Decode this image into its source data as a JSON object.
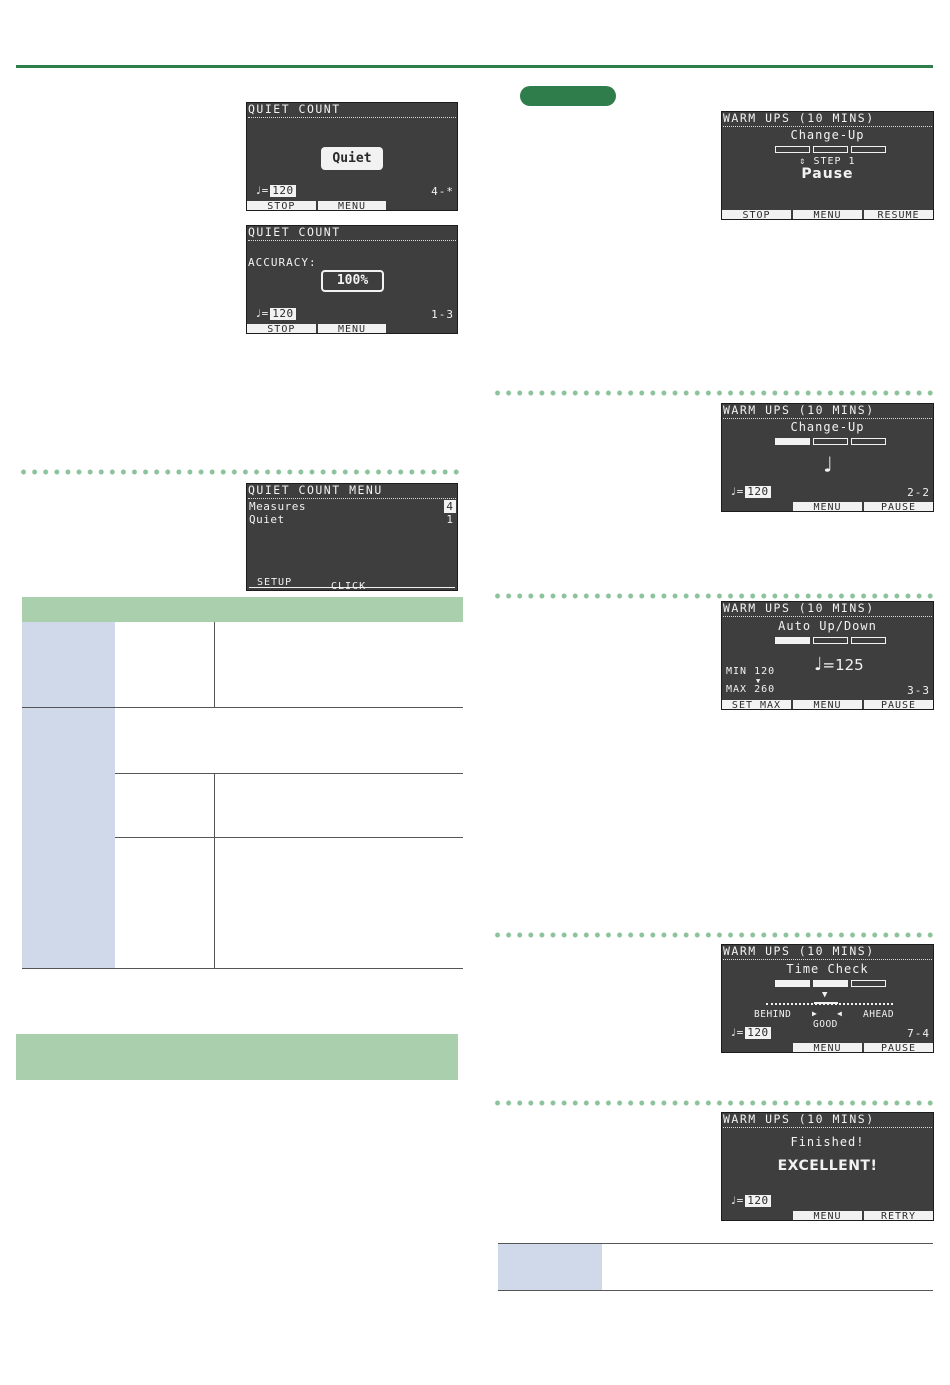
{
  "screens": {
    "quiet_count_play": {
      "title": "QUIET COUNT",
      "badge": "Quiet",
      "tempo_value": "120",
      "position": "4-*",
      "buttons": [
        "STOP",
        "MENU"
      ]
    },
    "quiet_count_result": {
      "title": "QUIET COUNT",
      "label": "ACCURACY:",
      "badge": "100%",
      "tempo_value": "120",
      "position": "1-3",
      "buttons": [
        "STOP",
        "MENU"
      ]
    },
    "quiet_count_menu": {
      "title": "QUIET COUNT MENU",
      "rows": [
        {
          "label": "Measures",
          "value": "4"
        },
        {
          "label": "Quiet",
          "value": "1"
        }
      ],
      "buttons": [
        "SETUP",
        "CLICK"
      ]
    },
    "warmup_pause": {
      "title": "WARM UPS (10 MINS)",
      "subtitle": "Change-Up",
      "steps_on": 0,
      "step_label": "STEP 1",
      "status": "Pause",
      "buttons": [
        "STOP",
        "MENU",
        "RESUME"
      ]
    },
    "warmup_changeup": {
      "title": "WARM UPS (10 MINS)",
      "subtitle": "Change-Up",
      "steps_on": 1,
      "tempo_value": "120",
      "position": "2-2",
      "buttons": [
        "",
        "MENU",
        "PAUSE"
      ]
    },
    "warmup_auto": {
      "title": "WARM UPS (10 MINS)",
      "subtitle": "Auto Up/Down",
      "steps_on": 1,
      "min_label": "MIN 120",
      "max_label": "MAX 260",
      "tempo_big": "=125",
      "position": "3-3",
      "buttons": [
        "SET MAX",
        "MENU",
        "PAUSE"
      ]
    },
    "warmup_timecheck": {
      "title": "WARM UPS (10 MINS)",
      "subtitle": "Time Check",
      "steps_on": 2,
      "behind": "BEHIND",
      "ahead": "AHEAD",
      "good": "GOOD",
      "tempo_value": "120",
      "position": "7-4",
      "buttons": [
        "",
        "MENU",
        "PAUSE"
      ]
    },
    "warmup_finished": {
      "title": "WARM UPS (10 MINS)",
      "line1": "Finished!",
      "line2": "EXCELLENT!",
      "tempo_value": "120",
      "buttons": [
        "",
        "MENU",
        "RETRY"
      ]
    }
  },
  "colors": {
    "accent_green": "#2f7d4a",
    "dot_green": "#8dc39c",
    "table_header": "#aacfad",
    "table_cell_blue": "#d0d9ea",
    "lcd_bg": "#3e3e3e"
  }
}
